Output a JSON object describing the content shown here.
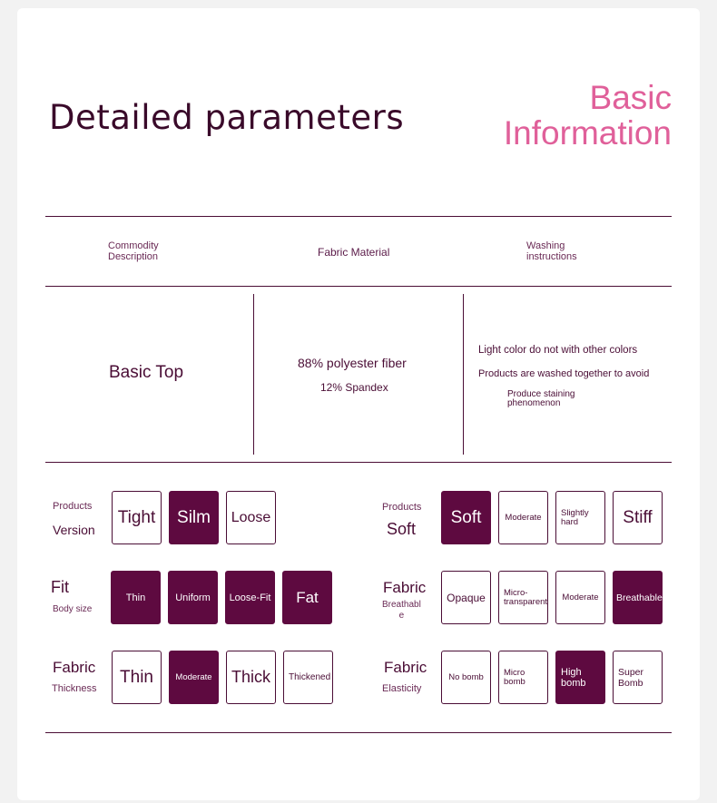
{
  "header": {
    "title": "Detailed parameters",
    "basic_line1": "Basic",
    "basic_line2": "Information"
  },
  "table": {
    "col1_header_line1": "Commodity",
    "col1_header_line2": "Description",
    "col2_header": "Fabric Material",
    "col3_header_line1": "Washing",
    "col3_header_line2": "instructions",
    "description": "Basic Top",
    "material_line1": "88% polyester fiber",
    "material_line2": "12% Spandex",
    "wash_line1": "Light color do not with other colors",
    "wash_line2": "Products are washed together to avoid",
    "wash_line3a": "Produce staining",
    "wash_line3b": "phenomenon"
  },
  "params": {
    "version": {
      "label1": "Products",
      "label2": "Version",
      "options": [
        "Tight",
        "Silm",
        "Loose"
      ],
      "selected": "Silm"
    },
    "softness": {
      "label1": "Products",
      "label2": "Soft",
      "options": [
        "Soft",
        "Moderate",
        "Slightly hard",
        "Stiff"
      ],
      "selected": "Soft"
    },
    "fit": {
      "label1": "Fit",
      "label2": "Body size",
      "options": [
        "Thin",
        "Uniform",
        "Loose-Fit",
        "Fat"
      ],
      "selected": [
        "Thin",
        "Uniform",
        "Loose-Fit",
        "Fat"
      ]
    },
    "breathable": {
      "label1": "Fabric",
      "label2a": "Breathabl",
      "label2b": "e",
      "options": [
        "Opaque",
        "Micro-transparent",
        "Moderate",
        "Breathable"
      ],
      "selected": "Breathable"
    },
    "thickness": {
      "label1": "Fabric",
      "label2": "Thickness",
      "options": [
        "Thin",
        "Moderate",
        "Thick",
        "Thickened"
      ],
      "selected": "Moderate"
    },
    "elasticity": {
      "label1": "Fabric",
      "label2": "Elasticity",
      "options": [
        "No bomb",
        "Micro bomb",
        "High bomb",
        "Super Bomb"
      ],
      "selected": "High bomb"
    }
  },
  "colors": {
    "primary": "#5e0a40",
    "accent": "#e0609a",
    "text": "#4a0d35"
  }
}
